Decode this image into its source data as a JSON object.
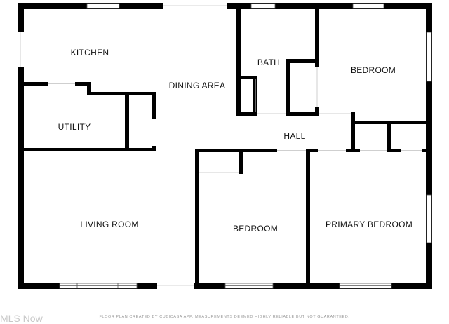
{
  "rooms": {
    "kitchen": "KITCHEN",
    "dining_area": "DINING AREA",
    "bath": "BATH",
    "bedroom_top": "BEDROOM",
    "utility": "UTILITY",
    "hall": "HALL",
    "living_room": "LIVING ROOM",
    "bedroom_bottom": "BEDROOM",
    "primary_bedroom": "PRIMARY BEDROOM"
  },
  "footer_note": "FLOOR PLAN CREATED BY CUBICASA APP. MEASUREMENTS DEEMED HIGHLY RELIABLE BUT NOT GUARANTEED.",
  "watermark": "MLS Now",
  "colors": {
    "wall": "#000000",
    "window": "#bdbdbd",
    "background": "#ffffff"
  }
}
